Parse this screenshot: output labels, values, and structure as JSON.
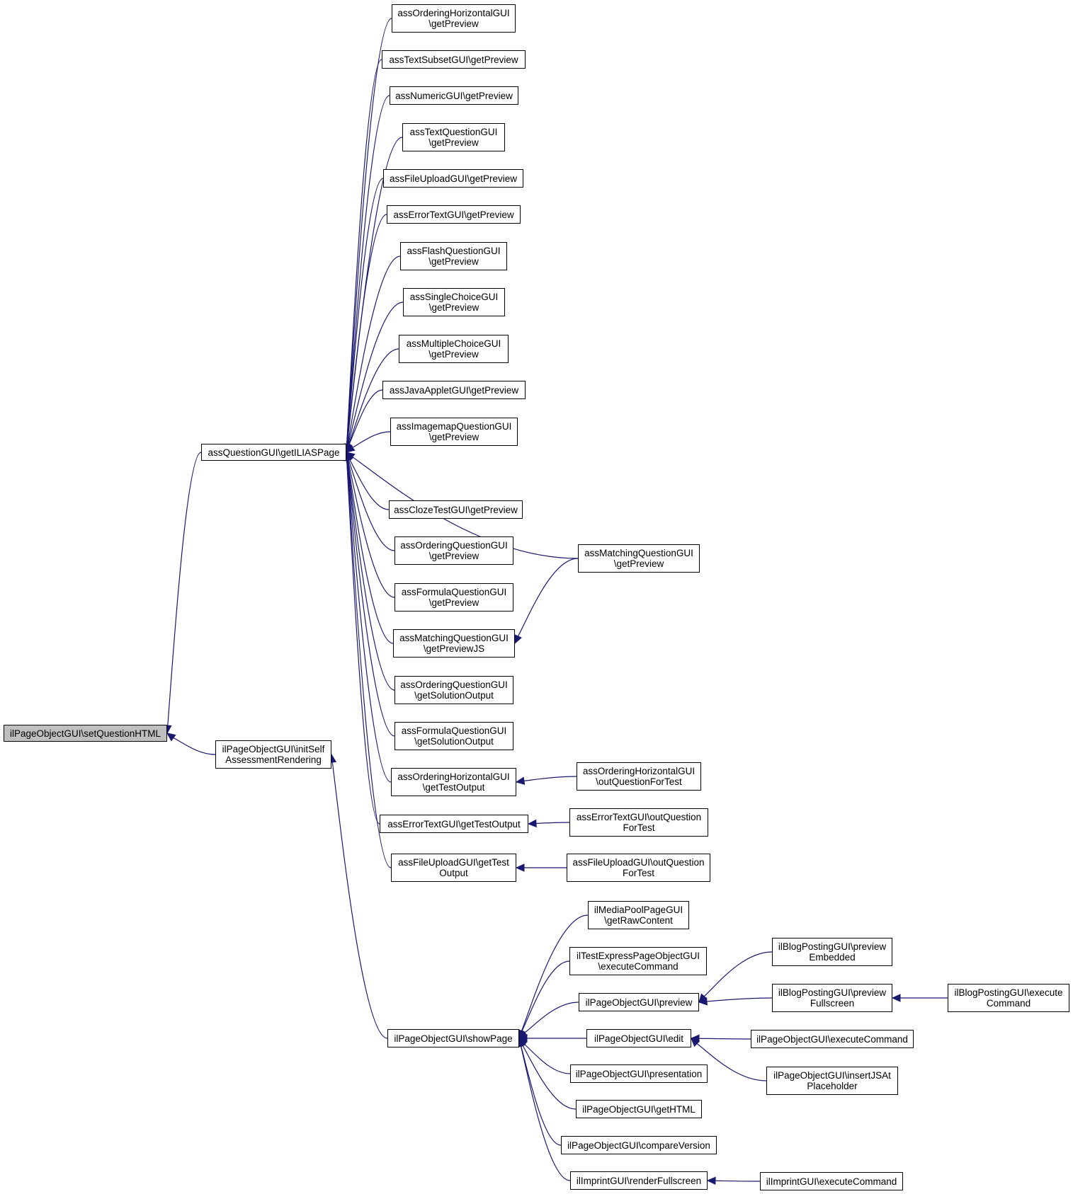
{
  "graph": {
    "edge_color": "#191970",
    "root_fill": "#bfbfbf",
    "node_fill": "#ffffff",
    "arrow": "edge arrowheads point at the callee; edges run from caller to callee",
    "nodes": [
      {
        "id": "root",
        "label": "ilPageObjectGUI\\setQuestionHTML"
      },
      {
        "id": "getILIAS",
        "label": "assQuestionGUI\\getILIASPage"
      },
      {
        "id": "initSelf",
        "label": "ilPageObjectGUI\\initSelf\nAssessmentRendering"
      },
      {
        "id": "n1",
        "label": "assOrderingHorizontalGUI\n\\getPreview"
      },
      {
        "id": "n2",
        "label": "assTextSubsetGUI\\getPreview"
      },
      {
        "id": "n3",
        "label": "assNumericGUI\\getPreview"
      },
      {
        "id": "n4",
        "label": "assTextQuestionGUI\n\\getPreview"
      },
      {
        "id": "n5",
        "label": "assFileUploadGUI\\getPreview"
      },
      {
        "id": "n6",
        "label": "assErrorTextGUI\\getPreview"
      },
      {
        "id": "n7",
        "label": "assFlashQuestionGUI\n\\getPreview"
      },
      {
        "id": "n8",
        "label": "assSingleChoiceGUI\n\\getPreview"
      },
      {
        "id": "n9",
        "label": "assMultipleChoiceGUI\n\\getPreview"
      },
      {
        "id": "n10",
        "label": "assJavaAppletGUI\\getPreview"
      },
      {
        "id": "n11",
        "label": "assImagemapQuestionGUI\n\\getPreview"
      },
      {
        "id": "n12",
        "label": "assClozeTestGUI\\getPreview"
      },
      {
        "id": "n13",
        "label": "assOrderingQuestionGUI\n\\getPreview"
      },
      {
        "id": "n14",
        "label": "assFormulaQuestionGUI\n\\getPreview"
      },
      {
        "id": "n15",
        "label": "assMatchingQuestionGUI\n\\getPreviewJS"
      },
      {
        "id": "n16",
        "label": "assOrderingQuestionGUI\n\\getSolutionOutput"
      },
      {
        "id": "n17",
        "label": "assFormulaQuestionGUI\n\\getSolutionOutput"
      },
      {
        "id": "n18",
        "label": "assOrderingHorizontalGUI\n\\getTestOutput"
      },
      {
        "id": "n19",
        "label": "assErrorTextGUI\\getTestOutput"
      },
      {
        "id": "n20",
        "label": "assFileUploadGUI\\getTest\nOutput"
      },
      {
        "id": "matchPrev",
        "label": "assMatchingQuestionGUI\n\\getPreview"
      },
      {
        "id": "ohOut",
        "label": "assOrderingHorizontalGUI\n\\outQuestionForTest"
      },
      {
        "id": "etOut",
        "label": "assErrorTextGUI\\outQuestion\nForTest"
      },
      {
        "id": "fuOut",
        "label": "assFileUploadGUI\\outQuestion\nForTest"
      },
      {
        "id": "showPage",
        "label": "ilPageObjectGUI\\showPage"
      },
      {
        "id": "mediaPool",
        "label": "ilMediaPoolPageGUI\n\\getRawContent"
      },
      {
        "id": "testExpress",
        "label": "ilTestExpressPageObjectGUI\n\\executeCommand"
      },
      {
        "id": "preview",
        "label": "ilPageObjectGUI\\preview"
      },
      {
        "id": "edit",
        "label": "ilPageObjectGUI\\edit"
      },
      {
        "id": "presentation",
        "label": "ilPageObjectGUI\\presentation"
      },
      {
        "id": "getHTML",
        "label": "ilPageObjectGUI\\getHTML"
      },
      {
        "id": "compareVersion",
        "label": "ilPageObjectGUI\\compareVersion"
      },
      {
        "id": "renderFull",
        "label": "ilImprintGUI\\renderFullscreen"
      },
      {
        "id": "blogEmb",
        "label": "ilBlogPostingGUI\\preview\nEmbedded"
      },
      {
        "id": "blogFull",
        "label": "ilBlogPostingGUI\\preview\nFullscreen"
      },
      {
        "id": "blogExec",
        "label": "ilBlogPostingGUI\\execute\nCommand"
      },
      {
        "id": "poExec",
        "label": "ilPageObjectGUI\\executeCommand"
      },
      {
        "id": "insertJS",
        "label": "ilPageObjectGUI\\insertJSAt\nPlaceholder"
      },
      {
        "id": "imprintExec",
        "label": "ilImprintGUI\\executeCommand"
      }
    ],
    "edges": [
      {
        "from": "getILIAS",
        "to": "root"
      },
      {
        "from": "initSelf",
        "to": "root"
      },
      {
        "from": "n1",
        "to": "getILIAS"
      },
      {
        "from": "n2",
        "to": "getILIAS"
      },
      {
        "from": "n3",
        "to": "getILIAS"
      },
      {
        "from": "n4",
        "to": "getILIAS"
      },
      {
        "from": "n5",
        "to": "getILIAS"
      },
      {
        "from": "n6",
        "to": "getILIAS"
      },
      {
        "from": "n7",
        "to": "getILIAS"
      },
      {
        "from": "n8",
        "to": "getILIAS"
      },
      {
        "from": "n9",
        "to": "getILIAS"
      },
      {
        "from": "n10",
        "to": "getILIAS"
      },
      {
        "from": "n11",
        "to": "getILIAS"
      },
      {
        "from": "n12",
        "to": "getILIAS"
      },
      {
        "from": "matchPrev",
        "to": "getILIAS"
      },
      {
        "from": "n13",
        "to": "getILIAS"
      },
      {
        "from": "n14",
        "to": "getILIAS"
      },
      {
        "from": "n15",
        "to": "getILIAS"
      },
      {
        "from": "n16",
        "to": "getILIAS"
      },
      {
        "from": "n17",
        "to": "getILIAS"
      },
      {
        "from": "n18",
        "to": "getILIAS"
      },
      {
        "from": "n19",
        "to": "getILIAS"
      },
      {
        "from": "n20",
        "to": "getILIAS"
      },
      {
        "from": "showPage",
        "to": "initSelf"
      },
      {
        "from": "matchPrev",
        "to": "n15"
      },
      {
        "from": "ohOut",
        "to": "n18"
      },
      {
        "from": "etOut",
        "to": "n19"
      },
      {
        "from": "fuOut",
        "to": "n20"
      },
      {
        "from": "mediaPool",
        "to": "showPage"
      },
      {
        "from": "testExpress",
        "to": "showPage"
      },
      {
        "from": "preview",
        "to": "showPage"
      },
      {
        "from": "edit",
        "to": "showPage"
      },
      {
        "from": "presentation",
        "to": "showPage"
      },
      {
        "from": "getHTML",
        "to": "showPage"
      },
      {
        "from": "compareVersion",
        "to": "showPage"
      },
      {
        "from": "renderFull",
        "to": "showPage"
      },
      {
        "from": "blogEmb",
        "to": "preview"
      },
      {
        "from": "blogFull",
        "to": "preview"
      },
      {
        "from": "blogExec",
        "to": "blogFull"
      },
      {
        "from": "poExec",
        "to": "edit"
      },
      {
        "from": "insertJS",
        "to": "edit"
      },
      {
        "from": "imprintExec",
        "to": "renderFull"
      }
    ]
  }
}
